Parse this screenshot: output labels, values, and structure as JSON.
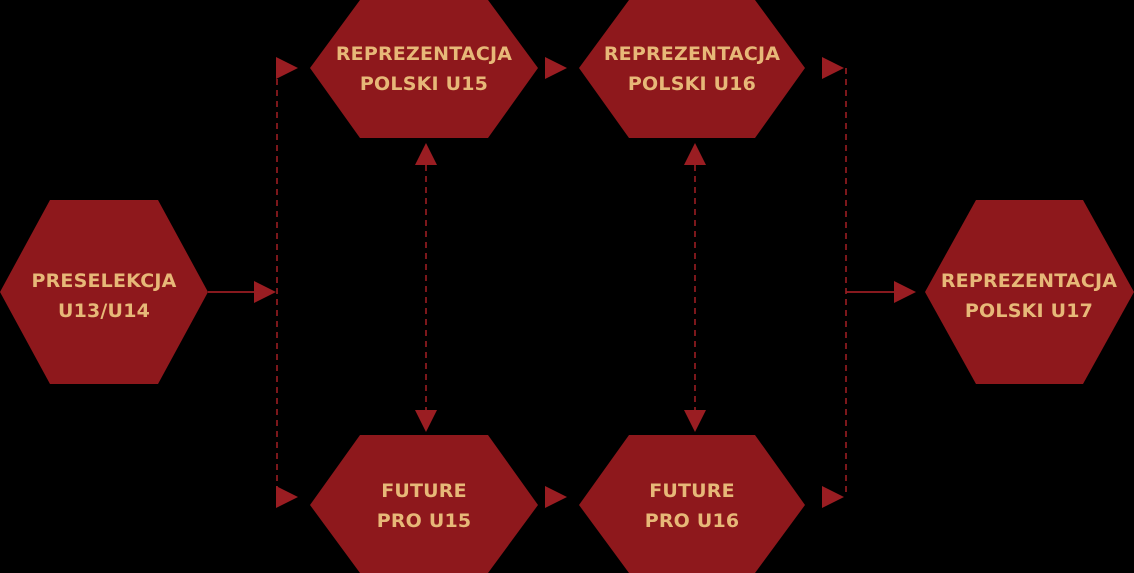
{
  "colors": {
    "background": "#000000",
    "node_fill": "#8e181c",
    "node_text": "#e7b878",
    "connector": "#9a1d22"
  },
  "nodes": {
    "preselekcja": {
      "line1": "PRESELEKCJA",
      "line2": "U13/U14"
    },
    "rep_u15": {
      "line1": "REPREZENTACJA",
      "line2": "POLSKI U15"
    },
    "rep_u16": {
      "line1": "REPREZENTACJA",
      "line2": "POLSKI U16"
    },
    "future_u15": {
      "line1": "FUTURE",
      "line2": "PRO U15"
    },
    "future_u16": {
      "line1": "FUTURE",
      "line2": "PRO U16"
    },
    "rep_u17": {
      "line1": "REPREZENTACJA",
      "line2": "POLSKI U17"
    }
  }
}
